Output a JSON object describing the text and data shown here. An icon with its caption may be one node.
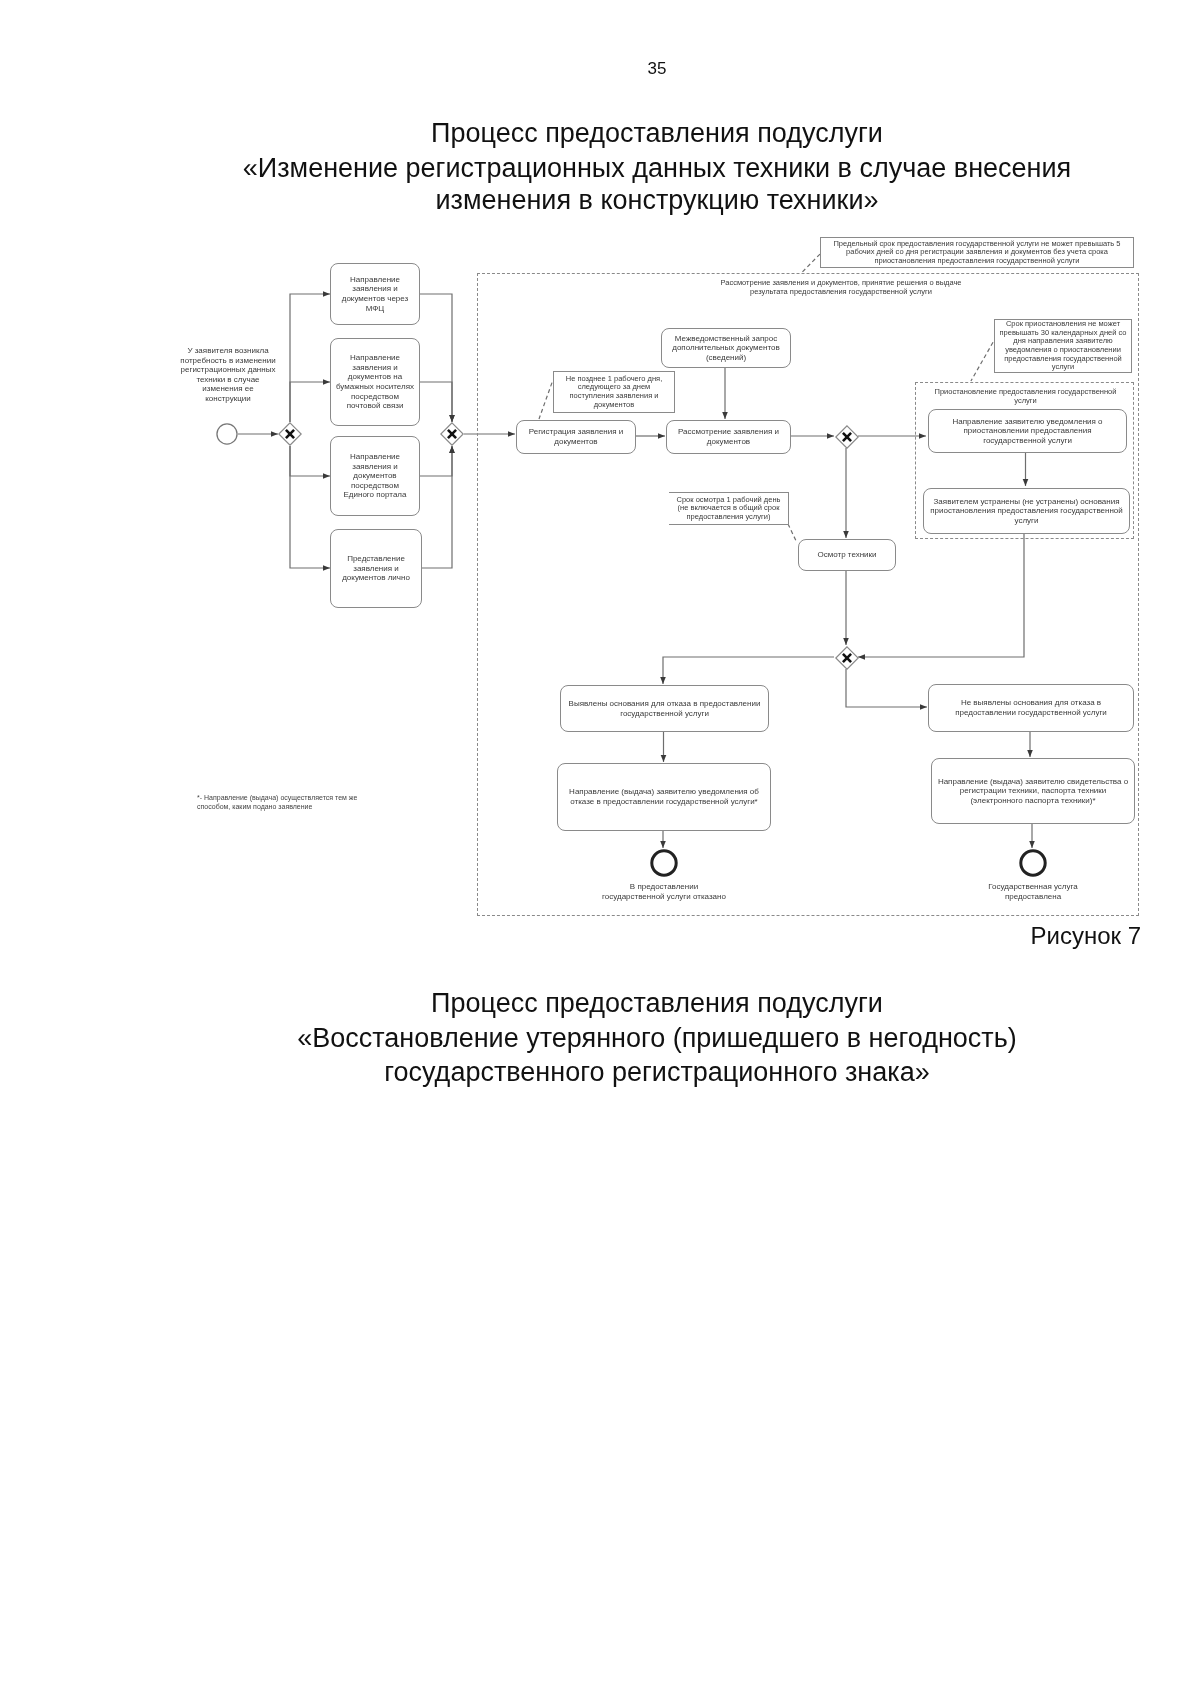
{
  "diagram": {
    "title": "Процесс предоставления подуслуги",
    "nodes": [
      {
        "text": [],
        "shape": "circle",
        "beside": [
          "У заявителя возникла потребность в изменении регистрационных данных техники в случае изменения ее конструкции"
        ]
      },
      {
        "text": [],
        "shape": "diamond"
      },
      {
        "text": [
          "Направление заявления и документов через МФЦ"
        ]
      },
      {
        "text": [
          "Направление заявления и документов на бумажных носителях посредством почтовой связи"
        ]
      },
      {
        "text": [
          "Направление заявления и документов посредством Единого портала"
        ]
      },
      {
        "text": [
          "Представление заявления и документов лично"
        ]
      },
      {
        "text": [],
        "shape": "diamond"
      },
      {
        "text": [
          "Предельный срок предоставления государственной услуги не может превышать 5 рабочих дней со дня регистрации заявления и документов без учета срока приостановления предоставления государственной услуги"
        ]
      },
      {
        "text": [
          "Рассмотрение заявления и документов, принятие решения о выдаче результата предоставления государственной услуги"
        ]
      },
      {
        "text": [
          "Не позднее 1 рабочего дня, следующего за днем поступления заявления и документов"
        ],
        "in": 8
      },
      {
        "text": [
          "Регистрация заявления и документов"
        ],
        "in": 8
      },
      {
        "text": [
          "Межведомственный запрос дополнительных документов (сведений)"
        ],
        "in": 8
      },
      {
        "text": [
          "Рассмотрение заявления и документов"
        ],
        "in": 8
      },
      {
        "text": [],
        "shape": "diamond",
        "in": 8
      },
      {
        "text": [
          "Срок приостановления не может превышать 30 календарных дней со дня направления заявителю уведомления о приостановлении предоставления государственной услуги"
        ],
        "in": 8
      },
      {
        "text": [
          "Приостановление предоставления государственной услуги"
        ],
        "in": 8
      },
      {
        "text": [
          "Направление заявителю уведомления о приостановлении предоставления государственной услуги"
        ],
        "in": 15
      },
      {
        "text": [
          "Заявителем устранены (не устранены) основания приостановления предоставления государственной услуги"
        ],
        "in": 15
      },
      {
        "text": [
          "Срок осмотра 1 рабочий день (не включается в общий срок предоставления услуги)"
        ],
        "in": 8
      },
      {
        "text": [
          "Осмотр техники"
        ],
        "in": 8
      },
      {
        "text": [],
        "shape": "diamond",
        "in": 8
      },
      {
        "text": [
          "Выявлены основания для отказа в предоставлении государственной услуги"
        ],
        "in": 8
      },
      {
        "text": [
          "Направление (выдача) заявителю уведомления об отказе в предоставлении государственной услуги*"
        ],
        "in": 8
      },
      {
        "text": [
          "Не выявлены основания для отказа в предоставлении государственной услуги"
        ],
        "in": 8
      },
      {
        "text": [
          "Направление (выдача) заявителю свидетельства о регистрации техники, паспорта техники (электронного паспорта техники)*"
        ],
        "in": 8
      },
      {
        "text": [],
        "shape": "circle",
        "in": 8,
        "beside": [
          "В предоставлении государственной услуги отказано"
        ]
      },
      {
        "text": [],
        "shape": "circle",
        "in": 8,
        "beside": [
          "Государственная услуга предоставлена"
        ]
      }
    ],
    "edges": [
      {
        "from": 0,
        "to": 1,
        "arrow": "to"
      },
      {
        "from": 1,
        "to": 2,
        "arrow": "to"
      },
      {
        "from": 1,
        "to": 3,
        "arrow": "to"
      },
      {
        "from": 1,
        "to": 4,
        "arrow": "to"
      },
      {
        "from": 1,
        "to": 5,
        "arrow": "to"
      },
      {
        "from": 2,
        "to": 6,
        "arrow": "to"
      },
      {
        "from": 3,
        "to": 6,
        "arrow": "to"
      },
      {
        "from": 4,
        "to": 6,
        "arrow": "to"
      },
      {
        "from": 5,
        "to": 6,
        "arrow": "to"
      },
      {
        "from": 6,
        "to": 10,
        "arrow": "to"
      },
      {
        "from": 7,
        "to": 8,
        "arrow": "none",
        "style": "dashed"
      },
      {
        "from": 9,
        "to": 10,
        "arrow": "none",
        "style": "dashed"
      },
      {
        "from": 10,
        "to": 12,
        "arrow": "to"
      },
      {
        "from": 11,
        "to": 12,
        "arrow": "to"
      },
      {
        "from": 12,
        "to": 13,
        "arrow": "to"
      },
      {
        "from": 13,
        "to": 16,
        "arrow": "to"
      },
      {
        "from": 16,
        "to": 17,
        "arrow": "to"
      },
      {
        "from": 14,
        "to": 15,
        "arrow": "none",
        "style": "dashed"
      },
      {
        "from": 13,
        "to": 19,
        "arrow": "to"
      },
      {
        "from": 18,
        "to": 19,
        "arrow": "none",
        "style": "dashed"
      },
      {
        "from": 19,
        "to": 20,
        "arrow": "to"
      },
      {
        "from": 17,
        "to": 20,
        "arrow": "to"
      },
      {
        "from": 20,
        "to": 21,
        "arrow": "to"
      },
      {
        "from": 20,
        "to": 23,
        "arrow": "to"
      },
      {
        "from": 21,
        "to": 22,
        "arrow": "to"
      },
      {
        "from": 22,
        "to": 25,
        "arrow": "to"
      },
      {
        "from": 23,
        "to": 24,
        "arrow": "to"
      },
      {
        "from": 24,
        "to": 26,
        "arrow": "to"
      }
    ],
    "labels": [
      "35",
      "«Изменение регистрационных данных техники в случае внесения изменения в конструкцию техники»",
      "*- Направление (выдача) осуществляется тем же способом, каким подано заявление",
      "Процесс предоставления подуслуги",
      "«Восстановление утерянного (пришедшего в негодность) государственного регистрационного знака»"
    ],
    "caption": "Рисунок 7"
  }
}
